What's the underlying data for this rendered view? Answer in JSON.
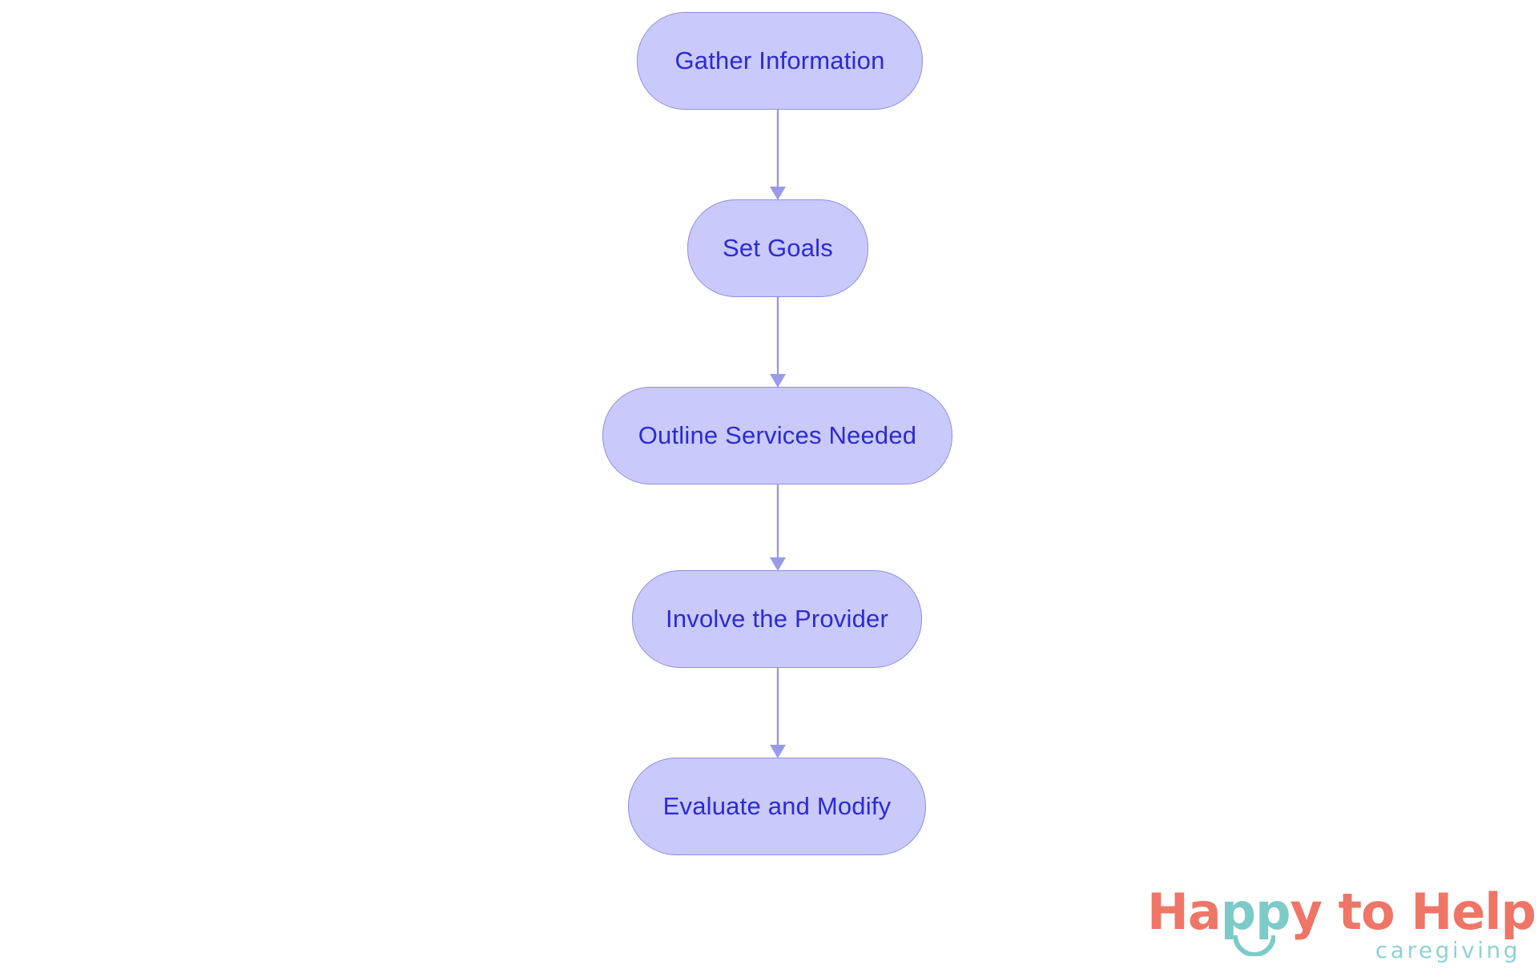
{
  "diagram": {
    "type": "flowchart",
    "orientation": "vertical",
    "title": "",
    "node_fill": "#c9c9fb",
    "node_border": "#8f8fe0",
    "node_text_color": "#2b2bd6",
    "arrow_color": "#9a9ae8",
    "background": "#ffffff",
    "nodes": [
      {
        "id": "gather-information",
        "label": "Gather Information"
      },
      {
        "id": "set-goals",
        "label": "Set Goals"
      },
      {
        "id": "outline-services",
        "label": "Outline Services Needed"
      },
      {
        "id": "involve-provider",
        "label": "Involve the Provider"
      },
      {
        "id": "evaluate-and-modify",
        "label": "Evaluate and Modify"
      }
    ],
    "edges": [
      {
        "from": "gather-information",
        "to": "set-goals",
        "label": ""
      },
      {
        "from": "set-goals",
        "to": "outline-services",
        "label": ""
      },
      {
        "from": "outline-services",
        "to": "involve-provider",
        "label": ""
      },
      {
        "from": "involve-provider",
        "to": "evaluate-and-modify",
        "label": ""
      }
    ]
  },
  "logo": {
    "word_1": "Ha",
    "word_2": "pp",
    "word_3": "y to Help",
    "tagline": "caregiving",
    "coral": "#ef7566",
    "teal": "#7ccbc9"
  }
}
